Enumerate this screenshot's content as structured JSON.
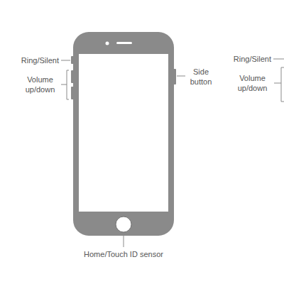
{
  "diagram": {
    "labels": [
      "Ring/Silent",
      "Volume up/down",
      "Side button",
      "Home/Touch ID sensor",
      "Ring/Silent",
      "Volume up/down"
    ]
  }
}
